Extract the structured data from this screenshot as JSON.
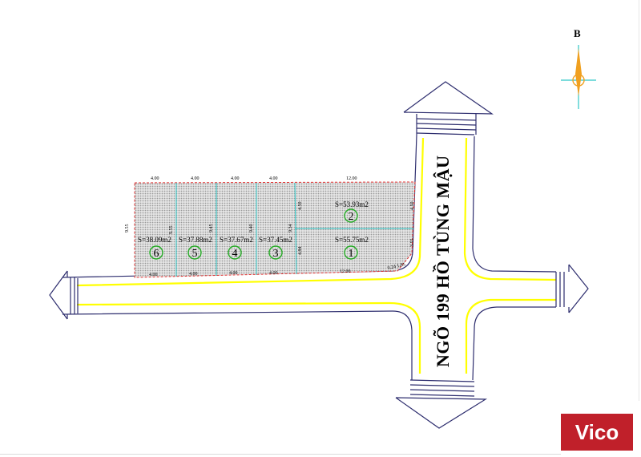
{
  "road_label": "NGÕ 199 HỒ TÙNG MẬU",
  "north_label": "B",
  "logo_text": "Vico",
  "lots": [
    {
      "number": "1",
      "area": "S=55.75m2"
    },
    {
      "number": "2",
      "area": "S=53.93m2"
    },
    {
      "number": "3",
      "area": "S=37.45m2"
    },
    {
      "number": "4",
      "area": "S=37.67m2"
    },
    {
      "number": "5",
      "area": "S=37.88m2"
    },
    {
      "number": "6",
      "area": "S=38.09m2"
    }
  ],
  "dimensions": {
    "top": [
      "4.00",
      "4.00",
      "4.00",
      "4.00",
      "12.00"
    ],
    "bottom": [
      "4.00",
      "4.00",
      "4.00",
      "4.00",
      "12.00"
    ],
    "depths": [
      "9.55",
      "9.55",
      "9.45",
      "9.40",
      "9.34"
    ],
    "lot2_depth_left": "4.50",
    "lot2_depth_right": "4.50",
    "lot1_depth_left": "4.84",
    "lot1_depth_right": "3.55",
    "corner": "0.24 1.85"
  },
  "colors": {
    "road_outline": "#2d2d6e",
    "road_centerline": "#ffff00",
    "lot_boundary": "#e03030",
    "lot_divider": "#2ec6c6",
    "lot_fill": "#cfcfcf",
    "lot_number_circle": "#22aa22",
    "compass_cross": "#2ec6c6",
    "compass_needle": "#f0a020",
    "logo_bg": "#c0202a"
  }
}
